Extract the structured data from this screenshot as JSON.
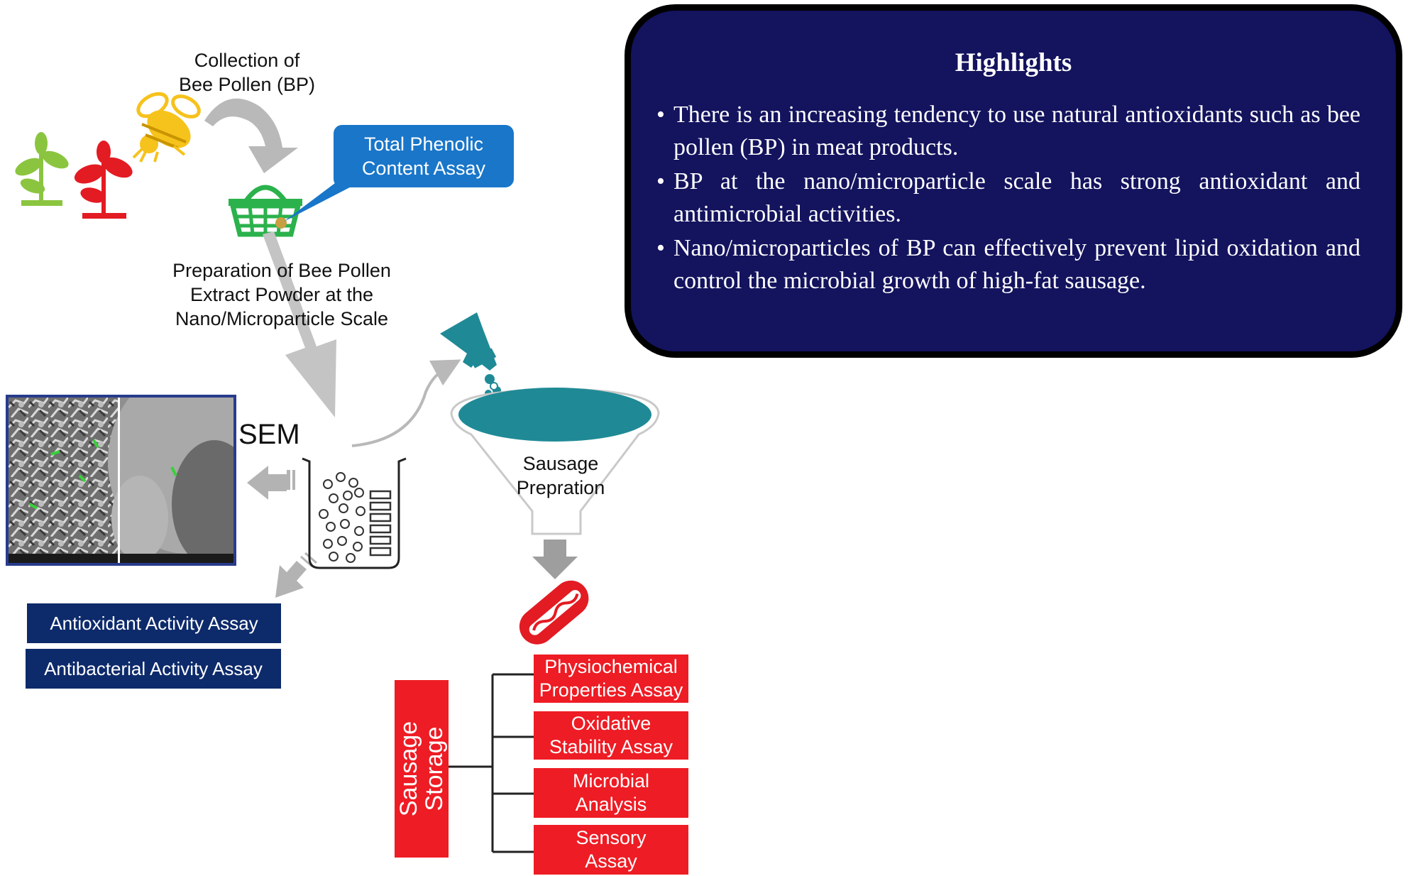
{
  "colors": {
    "navy": "#0d2a6b",
    "callout_blue": "#1976c9",
    "red": "#ee1c24",
    "teal": "#1f8a96",
    "basket_green": "#2bb24c",
    "highlights_bg": "#13135e",
    "arrow_gray": "#b9b9b9"
  },
  "icons": {
    "bee": "bee-icon",
    "plants": "plant-icon",
    "basket": "basket-icon",
    "beaker": "beaker-icon",
    "flask": "flask-icon",
    "funnel": "funnel-icon",
    "sausage": "sausage-icon"
  },
  "labels": {
    "collection": [
      "Collection of",
      "Bee Pollen (BP)"
    ],
    "phenolic": [
      "Total Phenolic",
      "Content Assay"
    ],
    "preparation": [
      "Preparation of Bee Pollen",
      "Extract Powder at the",
      "Nano/Microparticle Scale"
    ],
    "sem": "SEM",
    "sausage_prep": [
      "Sausage",
      "Prepration"
    ],
    "antioxidant": "Antioxidant Activity Assay",
    "antibacterial": "Antibacterial Activity Assay",
    "storage": [
      "Sausage",
      "Storage"
    ],
    "assays": [
      [
        "Physiochemical",
        "Properties Assay"
      ],
      [
        "Oxidative",
        "Stability Assay"
      ],
      [
        "Microbial",
        "Analysis"
      ],
      [
        "Sensory",
        "Assay"
      ]
    ]
  },
  "highlights": {
    "title": "Highlights",
    "items": [
      "There is an increasing tendency to use natural antioxidants such as bee pollen (BP) in meat products.",
      "BP at the nano/microparticle scale has strong antioxidant and antimicrobial activities.",
      "Nano/microparticles of BP can effectively prevent lipid oxidation and control the microbial growth of high-fat sausage."
    ]
  }
}
